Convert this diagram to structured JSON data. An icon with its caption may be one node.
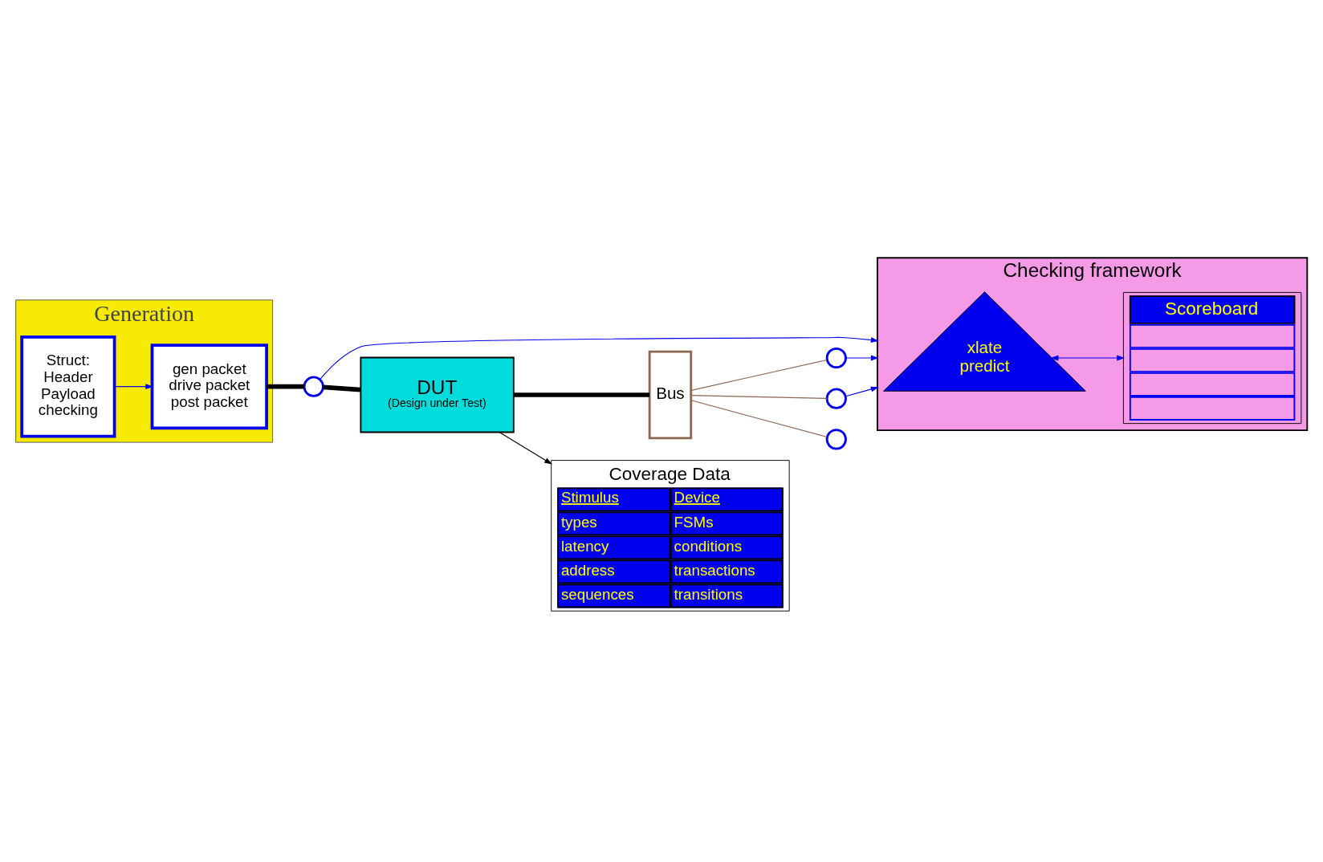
{
  "diagram": {
    "nodes": [
      {
        "text": [
          "Generation"
        ]
      },
      {
        "text": [
          "Struct: Header Payload checking"
        ],
        "in": 0
      },
      {
        "text": [
          "gen packet drive packet post packet"
        ],
        "in": 0
      },
      {
        "text": [
          "Checking framework"
        ]
      },
      {
        "text": [
          "xlate predict"
        ],
        "in": 3
      },
      {
        "text": [
          "Scoreboard"
        ],
        "in": 3
      },
      {
        "text": [
          "DUT",
          "(Design under Test)"
        ]
      },
      {
        "text": [],
        "shape": "circle"
      },
      {
        "text": [],
        "shape": "circle"
      },
      {
        "text": [],
        "shape": "circle"
      },
      {
        "text": [],
        "shape": "circle"
      },
      {
        "text": [
          "Bus"
        ]
      },
      {
        "text": [
          "Coverage Data",
          "Stimulus",
          "Device",
          "types",
          "FSMs",
          "latency",
          "conditions",
          "address",
          "transactions",
          "sequences",
          "transitions"
        ]
      }
    ],
    "edges": [
      {
        "from": 1,
        "to": 2,
        "arrow": "to"
      },
      {
        "from": 2,
        "to": 7,
        "arrow": "none",
        "style": "thick",
        "color": "#000000"
      },
      {
        "from": 7,
        "to": 6,
        "arrow": "none",
        "style": "thick",
        "color": "#000000"
      },
      {
        "from": 7,
        "to": 3,
        "arrow": "to"
      },
      {
        "from": 4,
        "to": 5,
        "arrow": "both"
      },
      {
        "from": 6,
        "to": 11,
        "arrow": "none",
        "style": "thick",
        "color": "#000000"
      },
      {
        "from": 11,
        "to": 8,
        "arrow": "none",
        "color": "#8b6650"
      },
      {
        "from": 11,
        "to": 9,
        "arrow": "none",
        "color": "#8b6650"
      },
      {
        "from": 11,
        "to": 10,
        "arrow": "none",
        "color": "#8b6650"
      },
      {
        "from": 8,
        "to": 3,
        "arrow": "to"
      },
      {
        "from": 9,
        "to": 3,
        "arrow": "to"
      },
      {
        "from": 6,
        "to": 12,
        "arrow": "to",
        "color": "#000000"
      }
    ]
  }
}
